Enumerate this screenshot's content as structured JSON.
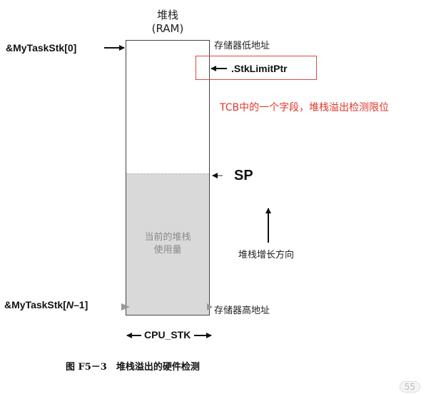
{
  "stack_title": "堆栈",
  "stack_subtitle": "(RAM)",
  "labels": {
    "stk_start": "&MyTaskStk[0]",
    "stk_end_prefix": "&MyTaskStk[",
    "stk_end_index": "N",
    "stk_end_suffix": "–1]",
    "low_addr": "存储器低地址",
    "high_addr": "存储器高地址",
    "stk_limit_ptr": ".StkLimitPtr",
    "sp": "SP",
    "growth_direction": "堆栈增长方向",
    "width_label": "CPU_STK",
    "used_line1": "当前的堆栈",
    "used_line2": "使用量"
  },
  "annotation": {
    "note": "TCB中的一个字段，堆栈溢出检测限位",
    "color": "#e0362b"
  },
  "caption": "图 F5－3　堆栈溢出的硬件检测",
  "page_number": "55"
}
